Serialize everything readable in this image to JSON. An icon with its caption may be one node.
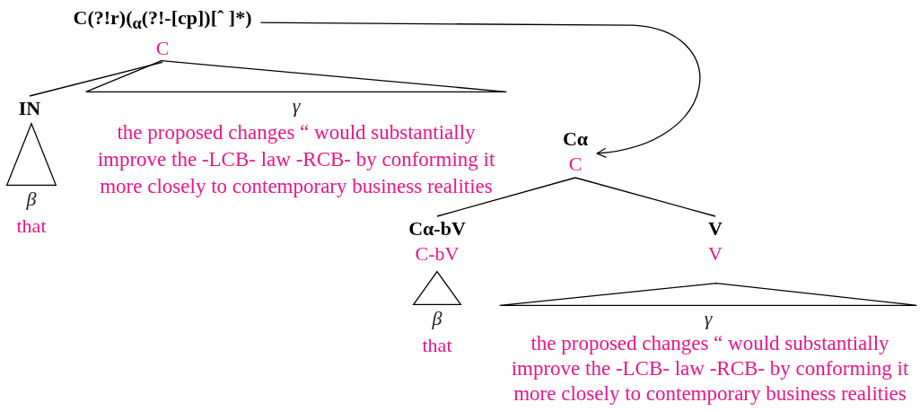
{
  "diagram": {
    "nodes": [
      {
        "text": [
          "C(?!r)($_{α}$(?!-[cp])[ˆ ]*)",
          "C"
        ]
      },
      {
        "text": [
          "IN"
        ]
      },
      {
        "text": [
          "β",
          "that"
        ]
      },
      {
        "text": [
          "γ",
          "the proposed changes “ would substantially improve the -LCB- law -RCB- by conforming it more closely to contemporary business realities"
        ]
      },
      {
        "text": [
          "Cα",
          "C"
        ]
      },
      {
        "text": [
          "Cα-bV",
          "C-bV"
        ]
      },
      {
        "text": [
          "β",
          "that"
        ]
      },
      {
        "text": [
          "V",
          "V"
        ]
      },
      {
        "text": [
          "γ",
          "the proposed changes “ would substantially improve the -LCB- law -RCB- by conforming it more closely to contemporary business realities"
        ]
      }
    ],
    "edges": [
      {
        "from": 0,
        "to": 1,
        "arrow": "none"
      },
      {
        "from": 0,
        "to": 4,
        "arrow": "to"
      },
      {
        "from": 4,
        "to": 5,
        "arrow": "none"
      },
      {
        "from": 4,
        "to": 7,
        "arrow": "none"
      }
    ]
  }
}
